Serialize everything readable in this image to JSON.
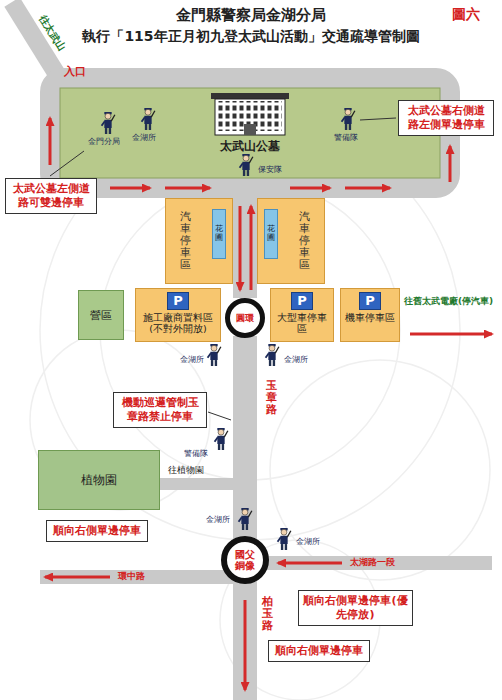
{
  "diagram": {
    "title": "金門縣警察局金湖分局",
    "nodes": [
      {
        "text": [
          "太武山公墓"
        ]
      },
      {
        "text": [
          "太武公墓右側道路左側單邊停車"
        ]
      },
      {
        "text": [
          "太武公墓左側道路可雙邊停車"
        ]
      },
      {
        "text": [
          "汽車停車區"
        ]
      },
      {
        "text": [
          "花圃"
        ],
        "in": 3
      },
      {
        "text": [
          "汽車停車區"
        ]
      },
      {
        "text": [
          "花圃"
        ],
        "in": 5
      },
      {
        "text": [
          "營區"
        ]
      },
      {
        "text": [
          "P",
          "施工廠商置料區 (不對外開放)"
        ]
      },
      {
        "text": [
          "圓環"
        ]
      },
      {
        "text": [
          "P",
          "大型車停車區"
        ]
      },
      {
        "text": [
          "P",
          "機車停車區"
        ]
      },
      {
        "text": [
          "機動巡邏管制玉章路禁止停車"
        ]
      },
      {
        "text": [
          "植物園"
        ]
      },
      {
        "text": [
          "順向右側單邊停車"
        ]
      },
      {
        "text": [
          "國父銅像"
        ]
      },
      {
        "text": [
          "順向右側單邊停車(優先停放)"
        ]
      },
      {
        "text": [
          "順向右側單邊停車"
        ]
      }
    ],
    "labels": [
      "執行「115年正月初九登太武山活動」交通疏導管制圖",
      "圖六",
      "往太武山",
      "入口",
      "金門分局",
      "金湖所",
      "警備隊",
      "保安隊",
      "往舊太武電廠(停汽車)",
      "金湖所",
      "金湖所",
      "玉章路",
      "警備隊",
      "往植物園",
      "金湖所",
      "金湖所",
      "環中路",
      "太湖路一段",
      "柏玉路"
    ]
  }
}
